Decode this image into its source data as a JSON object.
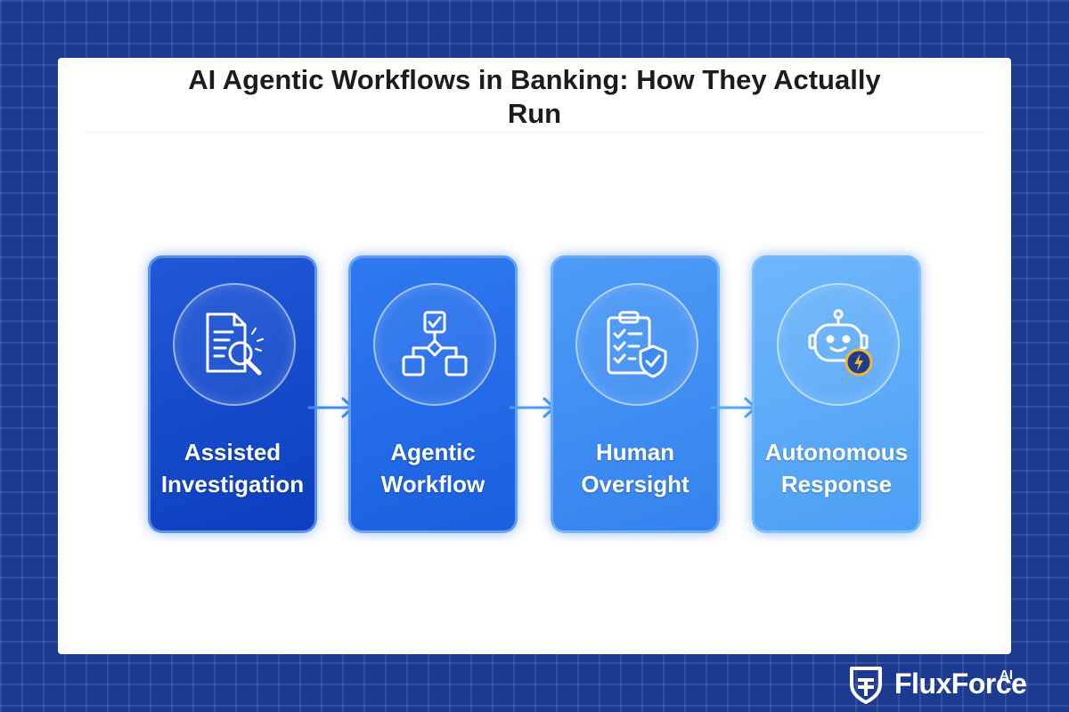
{
  "title": {
    "line1": "AI Agentic Workflows in Banking: How They Actually",
    "line2": "Run"
  },
  "steps": [
    {
      "line1": "Assisted",
      "line2": "Investigation",
      "icon": "document-magnifier-icon",
      "color": "#0f44c6"
    },
    {
      "line1": "Agentic",
      "line2": "Workflow",
      "icon": "flowchart-icon",
      "color": "#2068e6"
    },
    {
      "line1": "Human",
      "line2": "Oversight",
      "icon": "clipboard-shield-icon",
      "color": "#3c8af2"
    },
    {
      "line1": "Autonomous",
      "line2": "Response",
      "icon": "robot-lightning-icon",
      "color": "#5aa9f8"
    }
  ],
  "logo": {
    "name": "FluxForce",
    "suffix": "AI"
  },
  "colors": {
    "background": "#1c3a8f",
    "panel": "#ffffff",
    "title": "#1c1c1c",
    "bolt_badge": "#f5b731"
  }
}
